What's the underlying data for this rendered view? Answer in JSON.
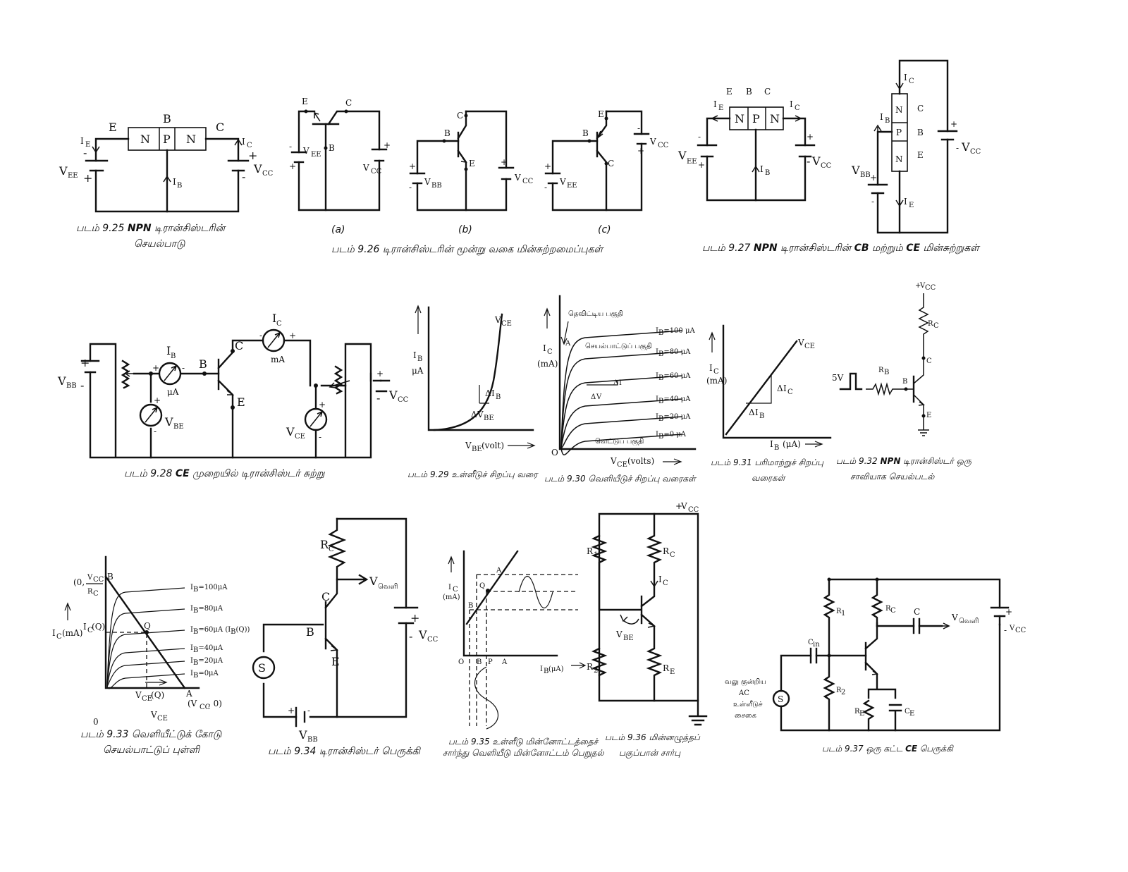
{
  "captions": {
    "fig925": [
      "படம் 9.25 ",
      "NPN",
      " டிரான்சிஸ்டரின்",
      "செயல்பாடு"
    ],
    "fig926": "படம் 9.26 டிரான்சிஸ்டரின் மூன்று வகை மின்சுற்றமைப்புகள்",
    "fig926_sub": [
      "(a)",
      "(b)",
      "(c)"
    ],
    "fig927": [
      "படம் 9.27 ",
      "NPN",
      " டிரான்சிஸ்டரின் ",
      "CB",
      " மற்றும் ",
      "CE",
      " மின்சுற்றுகள்"
    ],
    "fig928": [
      "படம் 9.28  ",
      "CE",
      "  முறையில்  டிரான்சிஸ்டர் சுற்று"
    ],
    "fig929": "படம் 9.29 உள்ளீடுச் சிறப்பு வரை",
    "fig930": "படம் 9.30 வெளியீடுச் சிறப்பு வரைகள்",
    "fig931": [
      "படம் 9.31 பரிமாற்றுச் சிறப்பு",
      "வரைகள்"
    ],
    "fig932": [
      "படம் 9.32 ",
      "NPN",
      " டிரான்சிஸ்டர் ஒரு",
      "சாவியாக செயல்படல்"
    ],
    "fig933": [
      "படம் 9.33 வெளியீட்டுக் கோடு",
      "செயல்பாட்டுப் புள்ளி"
    ],
    "fig934": "படம் 9.34 டிரான்சிஸ்டர் பெருக்கி",
    "fig935": [
      "படம் 9.35 உள்ளீடு மின்னோட்டத்தைச்",
      "சார்ந்து வெளியீடு மின்னோட்டம் பெறுதல்"
    ],
    "fig936": [
      "படம் 9.36 மின்னழுத்தப்",
      "பகுப்பான் சார்பு"
    ],
    "fig937": [
      "படம் 9.37 ஒரு கட்ட ",
      "CE",
      " பெருக்கி"
    ]
  },
  "labels": {
    "E": "E",
    "B": "B",
    "C": "C",
    "N": "N",
    "P": "P",
    "I": "I",
    "V": "V",
    "sub_E": "E",
    "sub_B": "B",
    "sub_C": "C",
    "sub_EE": "EE",
    "sub_CC": "CC",
    "sub_BB": "BB",
    "sub_BE": "BE",
    "sub_CE": "CE",
    "plus": "+",
    "minus": "-",
    "mA": "mA",
    "uA": "μA",
    "mA_paren": "(mA)",
    "Vbe_volt": "(volt)",
    "Vce_volts": "(volts)",
    "Ib_uA": "(μA)",
    "delta": "Δ",
    "origin": "O",
    "zero": "0",
    "five_v": "5V",
    "R": "R",
    "sub_1": "1",
    "sub_2": "2",
    "sub_in": "in",
    "Vvel": "வெளி",
    "S": "S",
    "saturation": "தெவிட்டிய பகுதி",
    "active": "செயல்பாட்டுப் பகுதி",
    "cutoff": "வெட்டுப் பகுதி",
    "source": [
      "வலு குன்றிய",
      "AC",
      "உள்ளீடுச்",
      "சைகை"
    ],
    "Ic_Q": "I",
    "Vce_Q": "V",
    "Q": "Q",
    "A": "A",
    "P_pt": "P",
    "vcc_point": "(V",
    "vcc_point_tail": ", 0)",
    "point_top": "(0, ",
    "Cin": "C",
    "Ce": "C",
    "Re": "R",
    "Rc": "R"
  },
  "chart_data": [
    {
      "type": "line",
      "figure": "9.29",
      "xlabel": "V_BE(volt)",
      "ylabel": "I_B μA",
      "series": [
        {
          "name": "V_CE",
          "shape": "exponential"
        }
      ]
    },
    {
      "type": "line",
      "figure": "9.30",
      "xlabel": "V_CE(volts)",
      "ylabel": "I_C (mA)",
      "series": [
        {
          "name": "I_B=100 μA"
        },
        {
          "name": "I_B=80 μA"
        },
        {
          "name": "I_B=60 μA"
        },
        {
          "name": "I_B=40 μA"
        },
        {
          "name": "I_B=20 μA"
        },
        {
          "name": "I_B=0 μA"
        }
      ]
    },
    {
      "type": "line",
      "figure": "9.31",
      "xlabel": "I_B (μA)",
      "ylabel": "I_C (mA)",
      "series": [
        {
          "name": "V_CE",
          "shape": "linear"
        }
      ]
    },
    {
      "type": "line",
      "figure": "9.33",
      "xlabel": "V_CE(volt)",
      "ylabel": "I_C (mA)",
      "series": [
        {
          "name": "I_B=100μA"
        },
        {
          "name": "I_B=80μA"
        },
        {
          "name": "I_B=60μA (I_B(Q))"
        },
        {
          "name": "I_B=40μA"
        },
        {
          "name": "I_B=20μA"
        },
        {
          "name": "I_B=0μA"
        }
      ]
    }
  ],
  "fig930_curves": [
    "=100 μA",
    "=80 μA",
    "=60 μA",
    "=40 μA",
    "=20 μA",
    "=0 μA"
  ],
  "fig933_curves": [
    "=100μA",
    "=80μA",
    "=60μA",
    "=40μA",
    "=20μA",
    "=0μA"
  ],
  "fig933_q_tail": " (I"
}
